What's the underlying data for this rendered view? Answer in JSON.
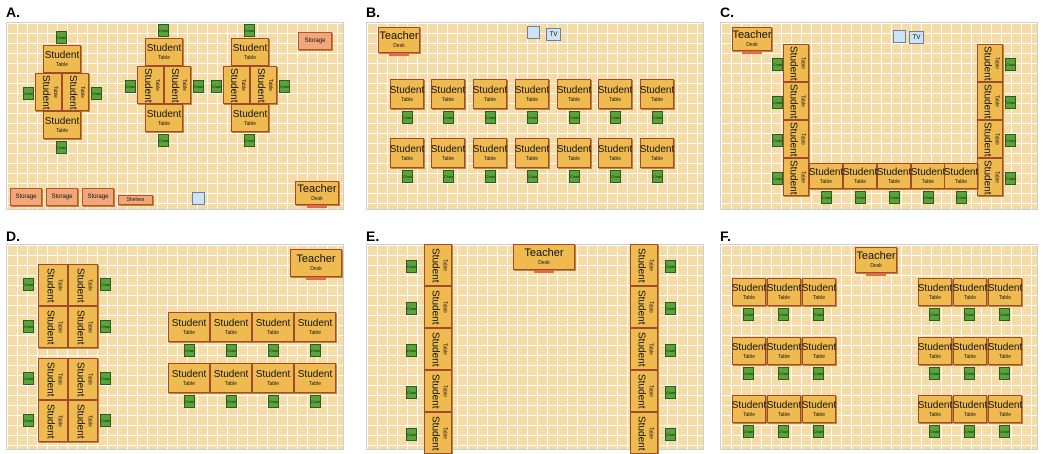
{
  "panel_labels": [
    "A.",
    "B.",
    "C.",
    "D.",
    "E.",
    "F."
  ],
  "items": {
    "student": "Student",
    "table": "Table",
    "teacher": "Teacher",
    "desk": "Desk",
    "storage": "Storage",
    "shelves": "Shelves",
    "chair": "Chair",
    "tv": "TV"
  },
  "colors": {
    "floor": "#f3dca6",
    "table": "#efbb50",
    "table_border": "#a24a2e",
    "storage": "#f2a77a",
    "chair": "#5aa23a"
  }
}
